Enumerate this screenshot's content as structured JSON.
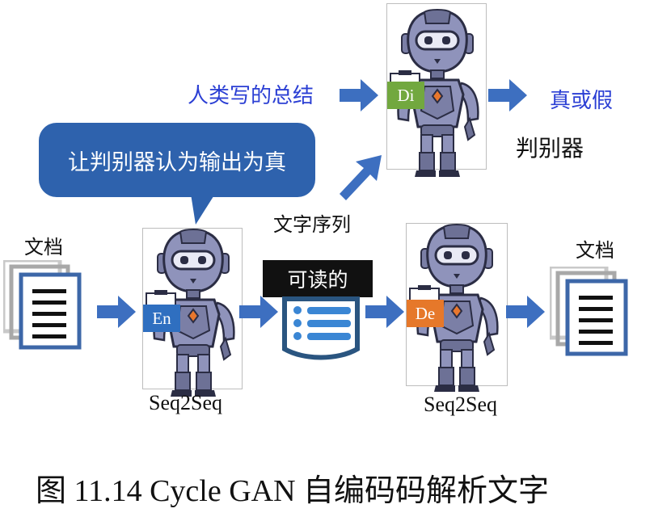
{
  "human_summary": "人类写的总结",
  "real_or_fake": "真或假",
  "discriminator": "判别器",
  "speech_bubble": "让判别器认为输出为真",
  "word_sequence": "文字序列",
  "doc_left": "文档",
  "doc_right": "文档",
  "readable": "可读的",
  "seq2seq_left": "Seq2Seq",
  "seq2seq_right": "Seq2Seq",
  "tag_discriminator": "Di",
  "tag_encoder": "En",
  "tag_decoder": "De",
  "caption": "图 11.14 Cycle GAN 自编码码解析文字",
  "colors": {
    "arrow": "#3d6fc0",
    "bubble": "#2e62ad",
    "di_tag": "#72a83f",
    "en_tag": "#2f6fc0",
    "de_tag": "#e6782a",
    "blue_text": "#2b3fd4"
  }
}
